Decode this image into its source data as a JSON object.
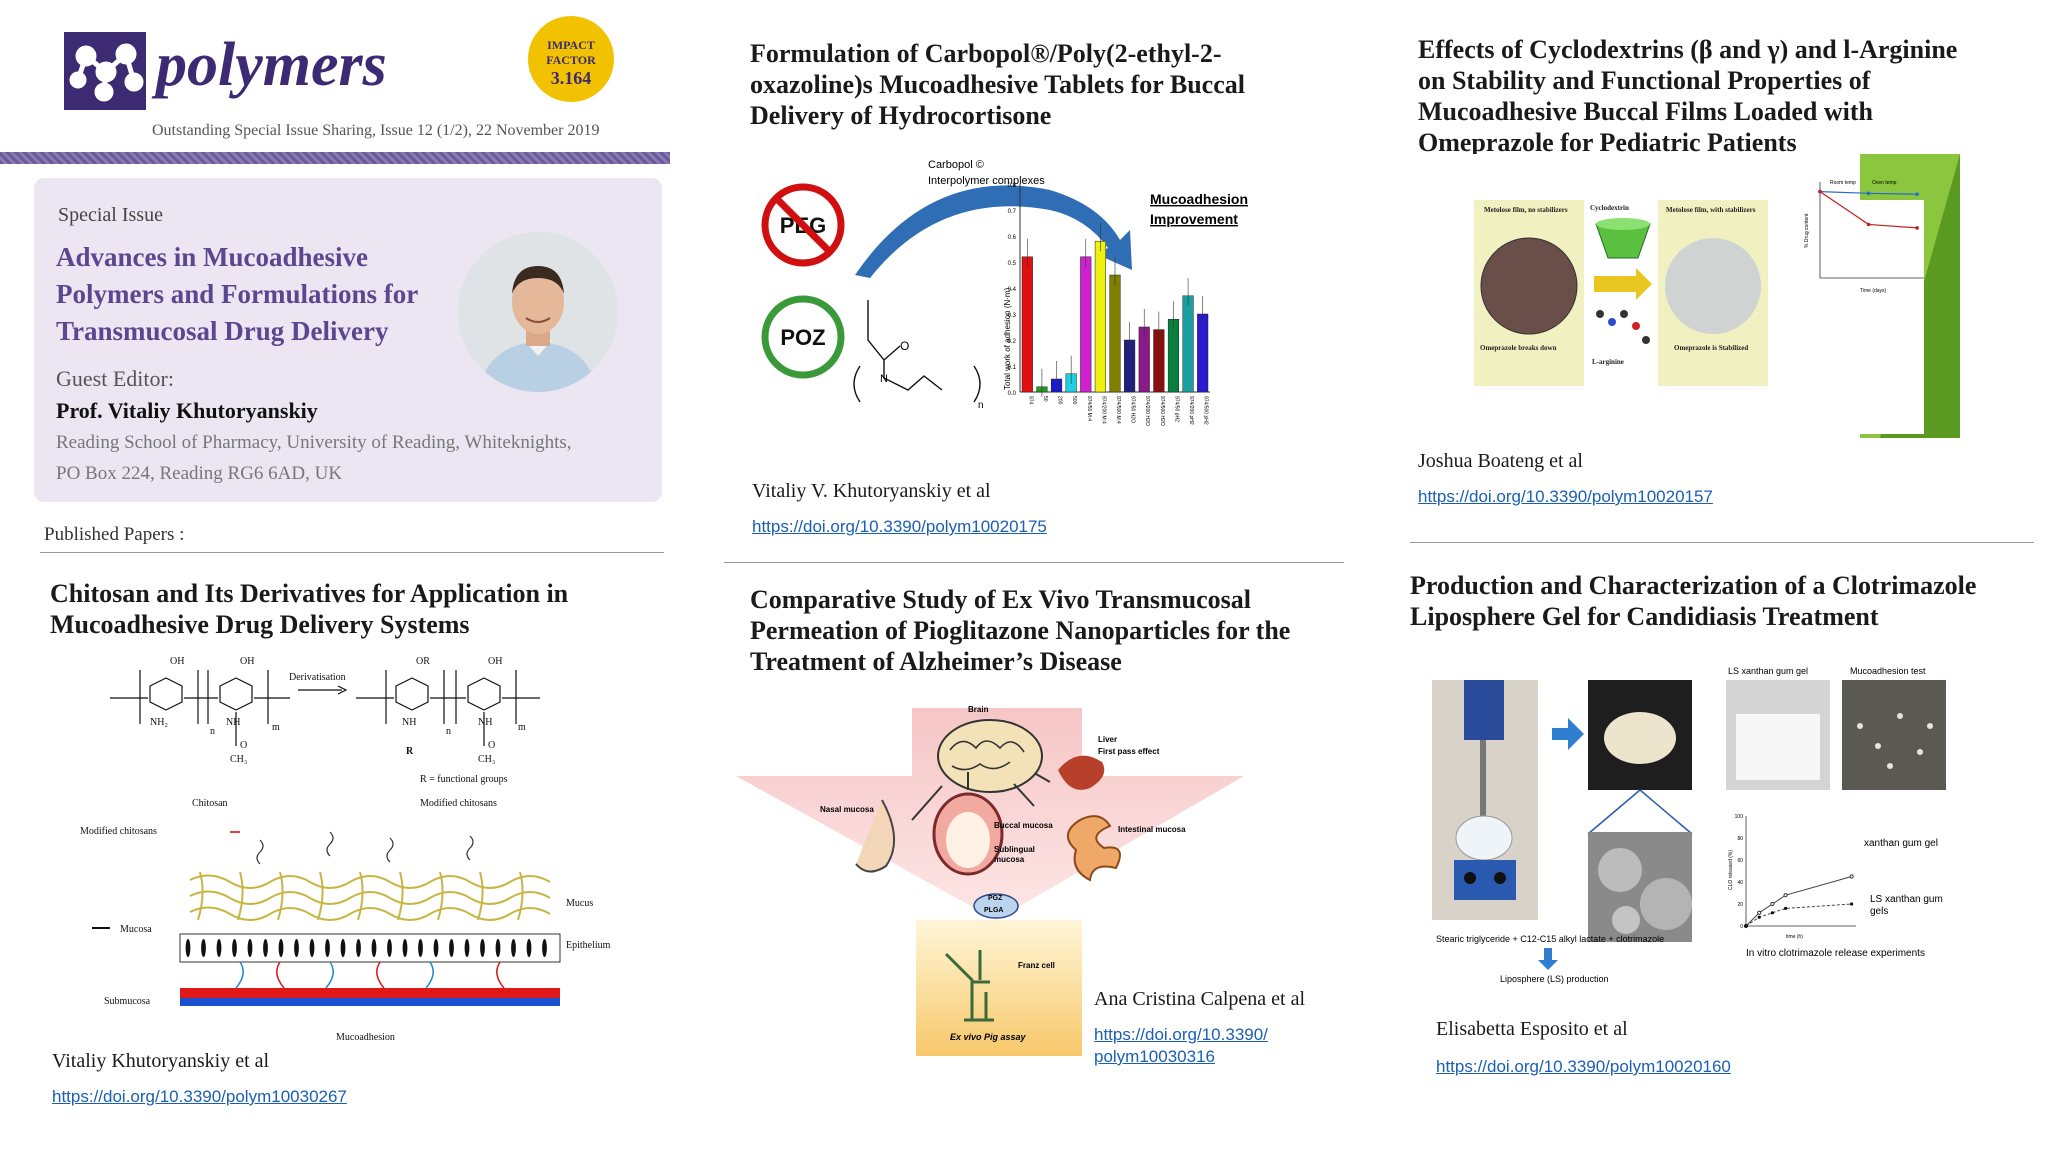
{
  "header": {
    "journal": "polymers",
    "impact_label_1": "IMPACT",
    "impact_label_2": "FACTOR",
    "impact_value": "3.164",
    "subtitle": "Outstanding Special Issue Sharing, Issue 12 (1/2), 22 November 2019"
  },
  "special_issue": {
    "label": "Special Issue",
    "title_l1": "Advances in Mucoadhesive",
    "title_l2": "Polymers and Formulations for",
    "title_l3": "Transmucosal Drug Delivery",
    "guest_label": "Guest Editor:",
    "editor": "Prof. Vitaliy Khutoryanskiy",
    "affil_l1": "Reading School of Pharmacy, University of Reading, Whiteknights,",
    "affil_l2": "PO Box 224, Reading RG6 6AD, UK"
  },
  "published_label": "Published Papers :",
  "papers": {
    "p1": {
      "title_l1": "Chitosan and Its Derivatives for Application in",
      "title_l2": "Mucoadhesive Drug Delivery Systems",
      "author": "Vitaliy Khutoryanskiy et al",
      "doi": "https://doi.org/10.3390/polym10030267",
      "fig": {
        "derivatisation": "Derivatisation",
        "chitosan": "Chitosan",
        "modified": "Modified chitosans",
        "r_def": "R = functional groups",
        "modified_arrow": "Modified chitosans",
        "mucosa": "Mucosa",
        "mucus": "Mucus",
        "epithelium": "Epithelium",
        "submucosa": "Submucosa",
        "mucoadhesion": "Mucoadhesion"
      }
    },
    "p2": {
      "title_l1": "Formulation of Carbopol®/Poly(2-ethyl-2-",
      "title_l2": "oxazoline)s Mucoadhesive Tablets for Buccal",
      "title_l3": "Delivery of Hydrocortisone",
      "author": "Vitaliy V. Khutoryanskiy et al",
      "doi": "https://doi.org/10.3390/polym10020175",
      "fig": {
        "peg": "PEG",
        "poz": "POZ",
        "carbopol_l1": "Carbopol ©",
        "carbopol_l2": "Interpolymer complexes",
        "muco_l1": "Mucoadhesion",
        "muco_l2": "Improvement",
        "ylabel": "Total work of adhesion (N·m)"
      }
    },
    "p3": {
      "title_l1": "Effects of Cyclodextrins (β and γ) and l-Arginine",
      "title_l2": "on Stability and Functional Properties of",
      "title_l3": "Mucoadhesive Buccal Films Loaded with",
      "title_l4": "Omeprazole for Pediatric Patients",
      "author": "Joshua Boateng et al",
      "doi": "https://doi.org/10.3390/polym10020157",
      "fig": {
        "film1": "Metolose film, no stabilizers",
        "cd": "Cyclodextrin",
        "film2": "Metolose film, with stabilizers",
        "breaks": "Omeprazole breaks down",
        "arg": "L-arginine",
        "stab": "Omeprazole is Stabilized",
        "legend1": "Room temp",
        "legend2": "Oven temp",
        "ylabel": "% Drug content",
        "xlabel": "Time (days)"
      }
    },
    "p4": {
      "title_l1": "Comparative Study of Ex Vivo Transmucosal",
      "title_l2": "Permeation of Pioglitazone Nanoparticles for the",
      "title_l3": "Treatment of Alzheimer’s Disease",
      "author": "Ana Cristina Calpena et al",
      "doi_l1": "https://doi.org/10.3390/",
      "doi_l2": "polym10030316",
      "fig": {
        "brain": "Brain",
        "liver_l1": "Liver",
        "liver_l2": "First pass effect",
        "nasal": "Nasal mucosa",
        "buccal": "Buccal mucosa",
        "sub_l1": "Sublingual",
        "sub_l2": "mucosa",
        "intestinal": "Intestinal mucosa",
        "pgz": "PGZ",
        "plga": "PLGA",
        "franz": "Franz cell",
        "pig": "Ex vivo Pig assay"
      }
    },
    "p5": {
      "title_l1": "Production and Characterization of a Clotrimazole",
      "title_l2": "Liposphere Gel for Candidiasis Treatment",
      "author": "Elisabetta Esposito et al",
      "doi": "https://doi.org/10.3390/polym10020160",
      "fig": {
        "ls_gel": "LS xanthan gum gel",
        "muco_test": "Mucoadhesion test",
        "recipe": "Stearic triglyceride + C12-C15 alkyl lactate + clotrimazole",
        "production": "Liposphere (LS) production",
        "xg": "xanthan gum gel",
        "lsxg_l1": "LS xanthan gum",
        "lsxg_l2": "gels",
        "release": "In vitro clotrimazole release experiments",
        "ylabel": "CLO released (%)",
        "xlabel": "time (h)"
      }
    }
  },
  "colors": {
    "brand": "#3c2a72",
    "band": "#6b5a9a",
    "panel": "#ebe6f2",
    "heading_purple": "#5b4790",
    "impact_yellow": "#f2c200",
    "doi_link": "#1a5fb4"
  },
  "chart_data": {
    "type": "bar",
    "categories": [
      "974",
      "50",
      "200",
      "500",
      "974/50 M:4",
      "974/200 M:4",
      "974/500 M:4",
      "974/50 H2O",
      "974/200 H2O",
      "974/500 H2O",
      "974/50 pH2",
      "974/200 pH2",
      "974/500 pH2"
    ],
    "values": [
      0.52,
      0.02,
      0.05,
      0.07,
      0.52,
      0.58,
      0.45,
      0.2,
      0.25,
      0.24,
      0.28,
      0.37,
      0.3
    ],
    "ylabel": "Total work of adhesion (N·m)",
    "ylim": [
      0,
      0.8
    ],
    "yticks": [
      "0.0",
      "0.1",
      "0.2",
      "0.3",
      "0.4",
      "0.5",
      "0.6",
      "0.7",
      "0.8"
    ],
    "bar_colors": [
      "#e01010",
      "#1aa01a",
      "#1a1ad0",
      "#20d0e0",
      "#d020d0",
      "#f0f010",
      "#808000",
      "#202080",
      "#8a1a8a",
      "#8a1010",
      "#0a8040",
      "#1a9fa0",
      "#2a1ad0"
    ]
  }
}
